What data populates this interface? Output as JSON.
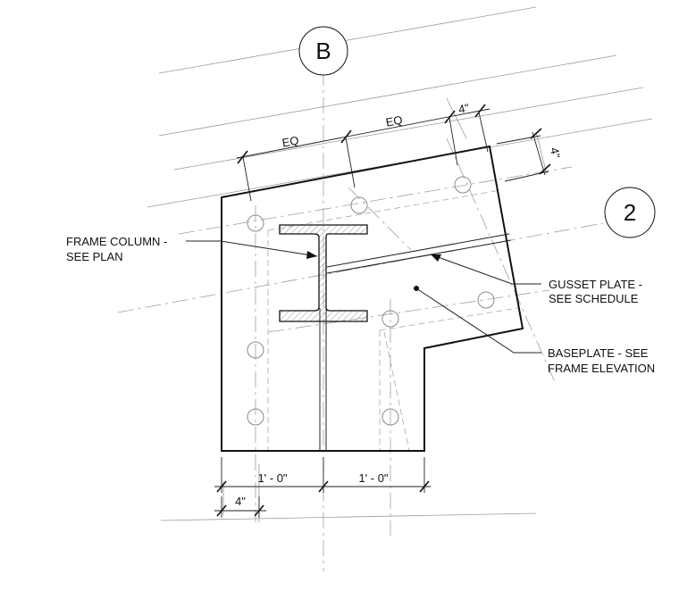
{
  "grid_bubbles": {
    "b": "B",
    "two": "2"
  },
  "dimensions": {
    "eq_left": "EQ",
    "eq_right": "EQ",
    "top_4in": "4\"",
    "side_4in": "4\"",
    "bottom_left_1ft": "1' - 0\"",
    "bottom_right_1ft": "1' - 0\"",
    "bottom_4in": "4\""
  },
  "callouts": {
    "frame_column": [
      "FRAME COLUMN -",
      "SEE PLAN"
    ],
    "gusset_plate": [
      "GUSSET PLATE -",
      "SEE SCHEDULE"
    ],
    "baseplate": [
      "BASEPLATE - SEE",
      "FRAME ELEVATION"
    ]
  },
  "colors": {
    "line": "#111111",
    "hidden": "#a0a0a0",
    "hatch": "#777777",
    "background": "#ffffff"
  }
}
